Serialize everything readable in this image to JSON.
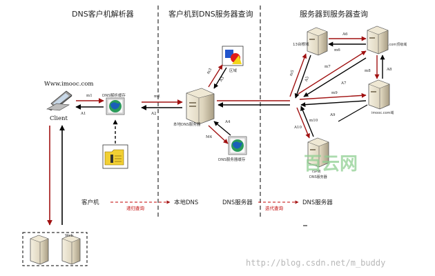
{
  "sections": {
    "resolver": "DNS客户机解析器",
    "client_to_server": "客户机到DNS服务器查询",
    "server_to_server": "服务器到服务器查询"
  },
  "nodes": {
    "website": "Www.imooc.com",
    "client": "Client",
    "resolver_cache": "DNS解析缓存",
    "zone": "区域",
    "local_dns": "本地DNS服务器",
    "dns_cache": "DNS服务器缓存",
    "root_13": "13台根域",
    "com_domain": ".com顶级域",
    "imooc_domain": "imooc.com域",
    "isp_dns_1": "ISP商",
    "isp_dns_2": "DNS服务器",
    "web": "Web"
  },
  "messages": {
    "m1": "m1",
    "a1": "A1",
    "m2": "m2",
    "a2": "A2",
    "m3": "m3",
    "a3": "A3",
    "m4": "M4",
    "a4": "A4",
    "m5": "m5",
    "a5": "A5",
    "m6": "m6",
    "a6": "A6",
    "m7": "m7",
    "a7": "A7",
    "m8": "m8",
    "a8": "A8",
    "m9": "m9",
    "a9": "A9",
    "m10": "m10",
    "a10": "A10"
  },
  "bottom": {
    "client_machine": "客户机",
    "recursive_query": "递归查询",
    "local_dns": "本地DNS",
    "dns_server_1": "DNS服务器",
    "iterative_query": "迭代查询",
    "dns_server_2": "DNS服务器"
  },
  "watermark": {
    "url": "http://blog.csdn.net/m_buddy",
    "logo": "百云网"
  },
  "colors": {
    "red_arrow": "#a01010",
    "black_arrow": "#000000",
    "dashed_divider": "#000000",
    "watermark_green": "#8fcf92"
  }
}
